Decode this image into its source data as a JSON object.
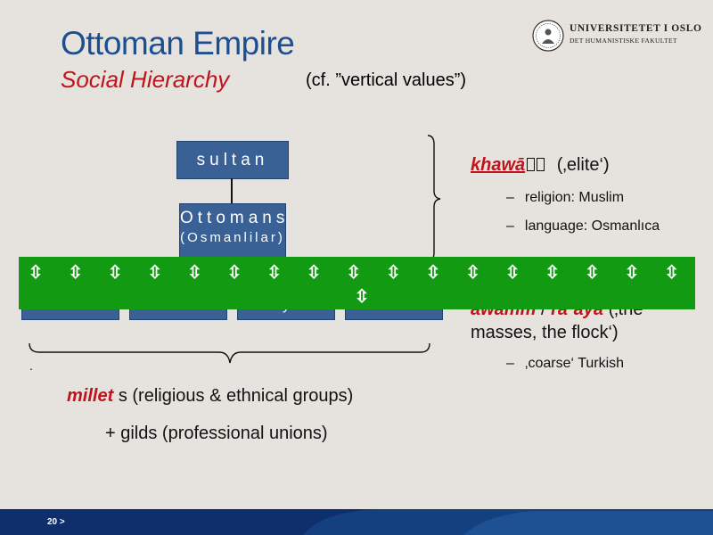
{
  "slide": {
    "title": "Ottoman Empire",
    "subtitle": "Social Hierarchy",
    "subtitle_note": "(cf. ”vertical values”)"
  },
  "logo": {
    "name": "UNIVERSITETET I OSLO",
    "faculty": "DET HUMANISTISKE FAKULTET"
  },
  "hierarchy": {
    "sultan": "sultan",
    "ottomans": "Ottomans",
    "ottomans_sub": "(Osmanlilar)",
    "lower_partial": "y"
  },
  "right_panel": {
    "elite_term_a": "khawā",
    "elite_term_b": "ṣṣ",
    "elite_gloss": "(‚elite‘)",
    "elite_items": [
      "religion: Muslim",
      "language: Osmanlıca"
    ],
    "masses_term_a": "awāmm",
    "masses_sep": "/",
    "masses_term_b": "raʿaya",
    "masses_gloss": "(‚the masses, the flock‘)",
    "masses_items": [
      "‚coarse‘ Turkish"
    ]
  },
  "bottom": {
    "millet_term": "millet",
    "millet_rest": "s (religious & ethnical groups)",
    "gilds": "+ gilds (professional unions)"
  },
  "overlay": {
    "arrow_glyph": "⇳",
    "top_row_count": 17,
    "bottom_row_count": 1
  },
  "footer": {
    "page": "20 >"
  },
  "colors": {
    "title_blue": "#1b4f91",
    "accent_red": "#c0141d",
    "box_blue": "#3a6196",
    "overlay_green": "#129a12",
    "footer_navy": "#0e2f6b",
    "background": "#e6e3df"
  }
}
